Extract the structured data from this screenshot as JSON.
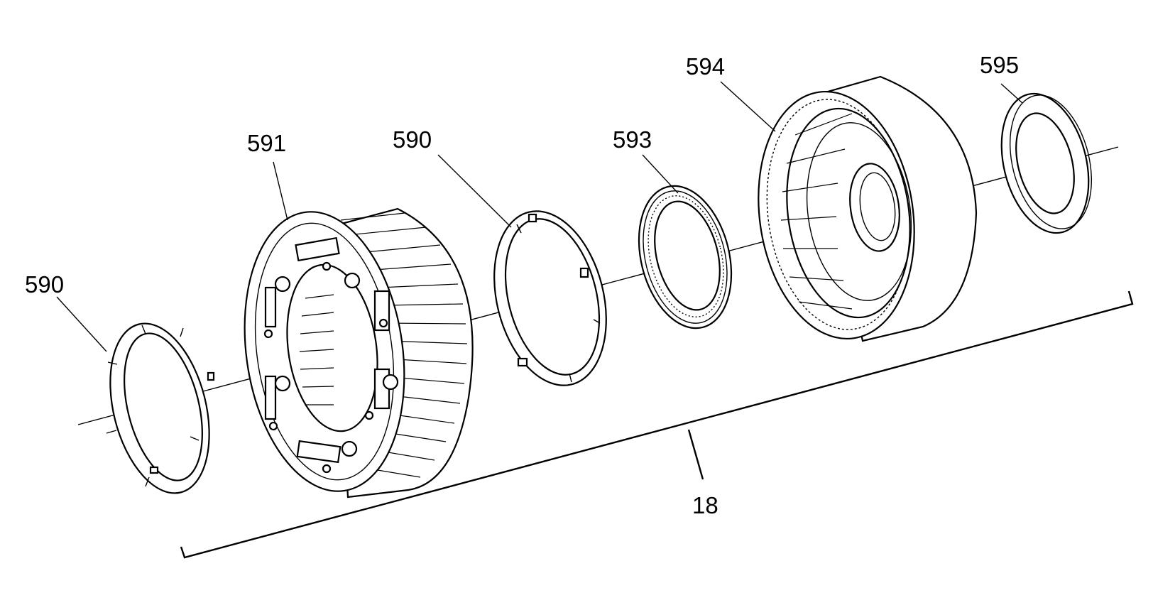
{
  "callouts": {
    "thrust_washer_left": "590",
    "sun_gear": "591",
    "thrust_washer_right": "590",
    "thrust_bearing": "593",
    "ring_gear": "594",
    "bearing_race": "595",
    "assembly": "18"
  },
  "colors": {
    "ink": "#000000",
    "paper": "#ffffff"
  }
}
